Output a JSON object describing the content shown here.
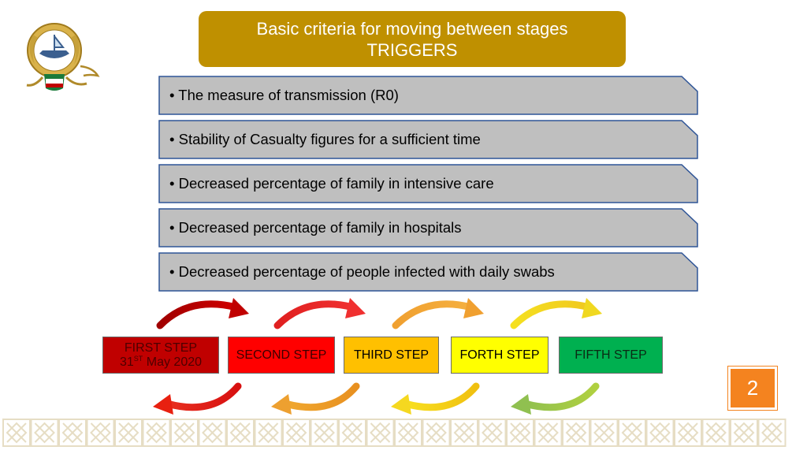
{
  "title": {
    "line1": "Basic criteria for moving between stages",
    "line2": "TRIGGERS"
  },
  "criteria": [
    "• The measure of transmission (R0)",
    "• Stability of Casualty figures for a sufficient time",
    "• Decreased percentage of family in intensive care",
    "• Decreased percentage of family in hospitals",
    "• Decreased percentage of people infected with daily swabs"
  ],
  "steps": [
    {
      "line1": "FIRST STEP",
      "day": "31",
      "sup": "ST",
      "date_rest": " May 2020",
      "bg": "#c00000",
      "fg": "#4d0000"
    },
    {
      "label": "SECOND STEP",
      "bg": "#ff0000",
      "fg": "#3d0000"
    },
    {
      "label": "THIRD STEP",
      "bg": "#ffc000",
      "fg": "#000000"
    },
    {
      "label": "FORTH STEP",
      "bg": "#ffff00",
      "fg": "#000000"
    },
    {
      "label": "FIFTH STEP",
      "bg": "#00b050",
      "fg": "#0a2a14"
    }
  ],
  "page_number": "2",
  "colors": {
    "title_bg": "#bf9000",
    "criteria_bar": "#bfbfbf",
    "criteria_border": "#2f5597",
    "page_badge": "#f4831f",
    "ornament": "#e6ddc4"
  },
  "icons": {
    "logo": "kuwait-national-assembly-emblem",
    "forward_arrows": "curved-arrow-right",
    "back_arrows": "curved-arrow-left"
  }
}
